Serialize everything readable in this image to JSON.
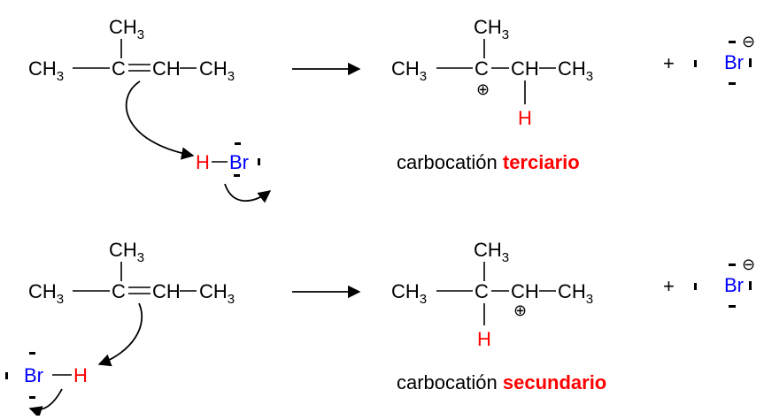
{
  "text": {
    "ch3": "CH",
    "ch": "CH",
    "c": "C",
    "h": "H",
    "br": "Br",
    "sub3": "3",
    "dash": "—",
    "eq": "=",
    "plus": "+",
    "cplus": "⊕",
    "minus": "⊖"
  },
  "labels": {
    "carbocation": "carbocatión",
    "tertiary": "terciario",
    "secondary": "secundario"
  },
  "colors": {
    "hydrogen": "#ff0000",
    "bromine": "#0000ff",
    "emphasis": "#ff0000",
    "default": "#000000"
  }
}
